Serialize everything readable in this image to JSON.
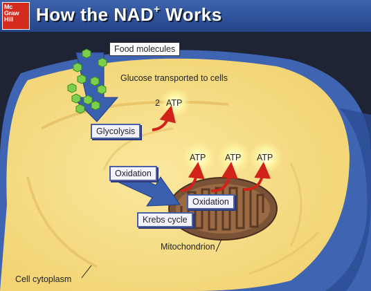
{
  "header": {
    "logo_lines": [
      "Mc",
      "Graw",
      "Hill"
    ],
    "title": "How the NAD",
    "title_sup": "+",
    "title_tail": " Works"
  },
  "labels": {
    "food_molecules": "Food molecules",
    "glucose_transport": "Glucose transported to cells",
    "atp_count": "2",
    "atp": "ATP",
    "glycolysis": "Glycolysis",
    "oxidation_1": "Oxidation",
    "oxidation_2": "Oxidation",
    "krebs_cycle": "Krebs cycle",
    "mitochondrion": "Mitochondrion",
    "cell_cytoplasm": "Cell cytoplasm"
  },
  "colors": {
    "cell_fill": "#f8df8a",
    "cell_membrane": "#3f64b2",
    "arrow_blue": "#3a5fae",
    "mito_fill": "#7a5236",
    "atp_red": "#d2231a",
    "glucose_green": "#7ccf4a",
    "atp_glow": "#fff7a0"
  }
}
